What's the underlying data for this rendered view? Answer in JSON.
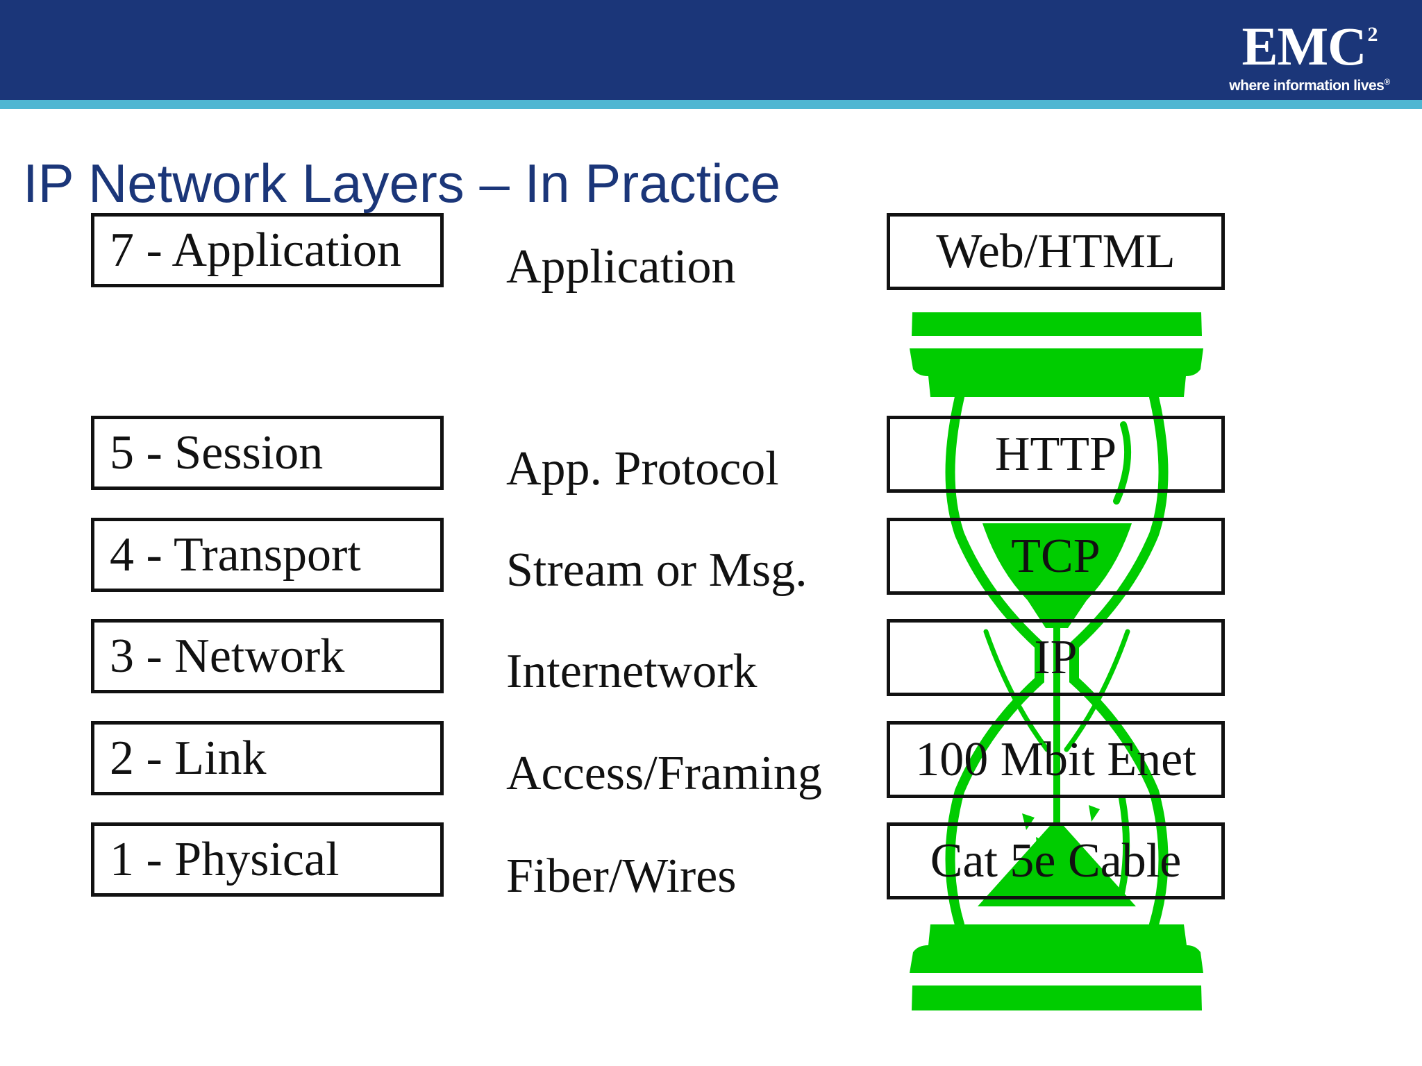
{
  "header": {
    "logo_text": "EMC",
    "logo_superscript": "2",
    "tagline": "where information lives",
    "tagline_mark": "®",
    "colors": {
      "bar": "#1b3679",
      "stripe": "#4fb6d2"
    }
  },
  "title": "IP Network Layers – In Practice",
  "osi_layers": [
    {
      "label": "7 - Application"
    },
    {
      "label": "5 - Session"
    },
    {
      "label": "4 - Transport"
    },
    {
      "label": "3 - Network"
    },
    {
      "label": "2 - Link"
    },
    {
      "label": "1 - Physical"
    }
  ],
  "descriptions": [
    "Application",
    "App. Protocol",
    "Stream or Msg.",
    "Internetwork",
    "Access/Framing",
    "Fiber/Wires"
  ],
  "protocols": [
    "Web/HTML",
    "HTTP",
    "TCP",
    "IP",
    "100 Mbit Enet",
    "Cat 5e Cable"
  ],
  "hourglass": {
    "icon": "hourglass-icon",
    "color": "#00cc00"
  }
}
